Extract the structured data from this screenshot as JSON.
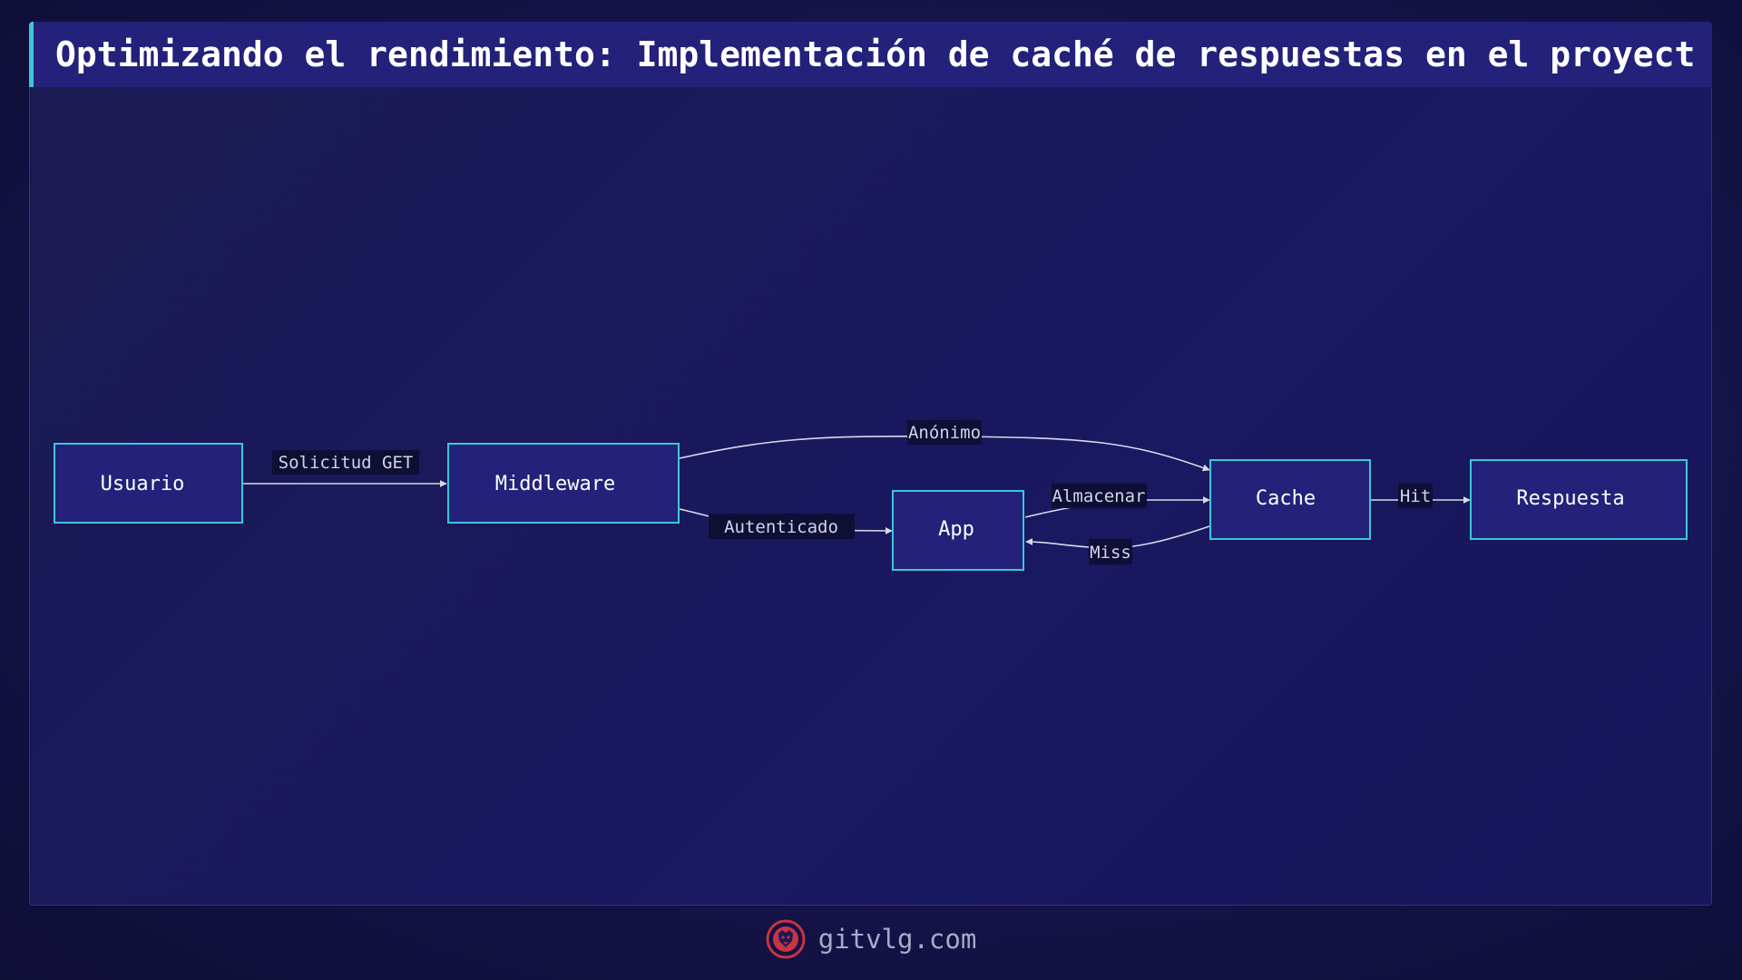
{
  "header": {
    "title": "Optimizando el rendimiento: Implementación de caché de respuestas en el proyect…"
  },
  "diagram": {
    "nodes": {
      "usuario": "Usuario",
      "middleware": "Middleware",
      "app": "App",
      "cache": "Cache",
      "respuesta": "Respuesta"
    },
    "edges": {
      "solicitud_get": "Solicitud GET",
      "anonimo": "Anónimo",
      "autenticado": "Autenticado",
      "almacenar": "Almacenar",
      "miss": "Miss",
      "hit": "Hit"
    }
  },
  "footer": {
    "site": "gitvlg.com"
  },
  "colors": {
    "accent": "#3cc7d6",
    "node_fill": "#23217a",
    "background": "#1a1957",
    "logo": "#c8343f"
  }
}
